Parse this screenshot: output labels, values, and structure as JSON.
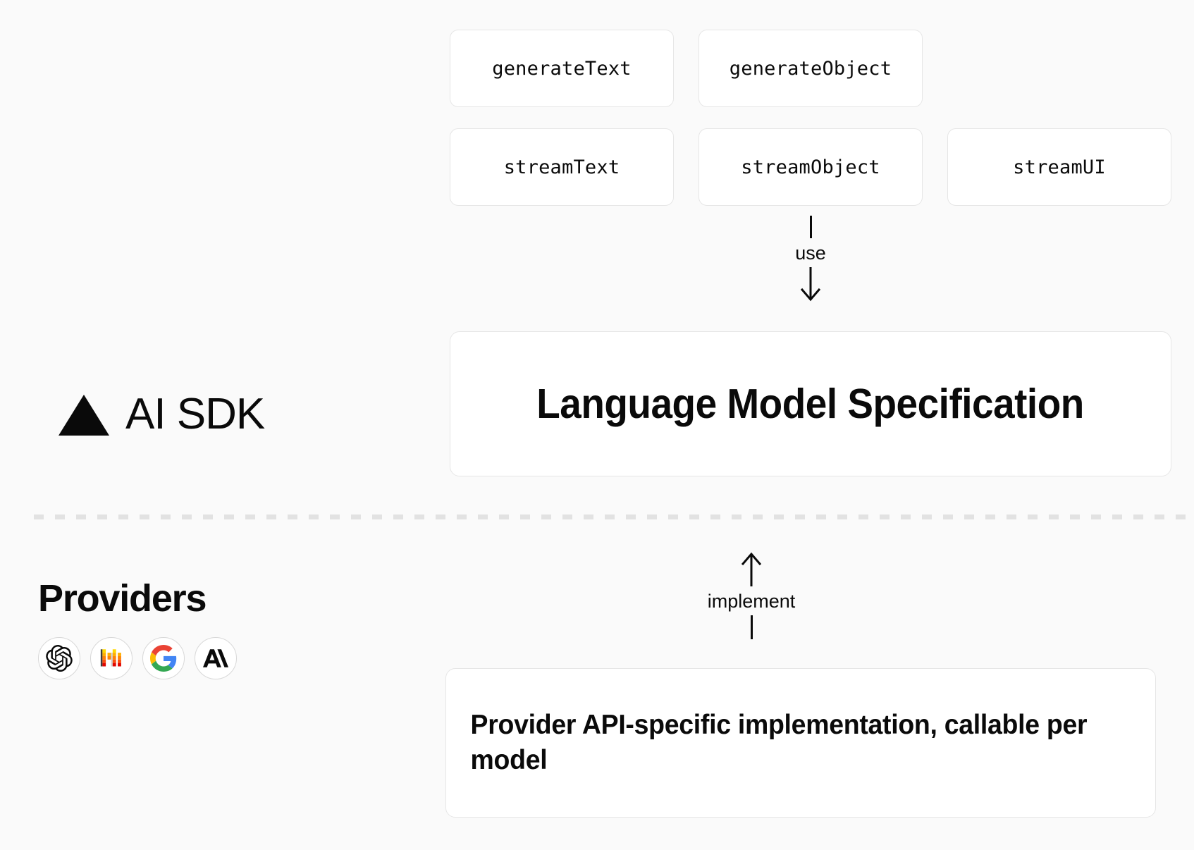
{
  "background": "#fafafa",
  "accent": "#0a0a0a",
  "brand": {
    "logo_icon": "vercel-triangle-icon",
    "name": "AI SDK"
  },
  "functions": {
    "row1": [
      {
        "label": "generateText",
        "name": "generate-text"
      },
      {
        "label": "generateObject",
        "name": "generate-object"
      }
    ],
    "row2": [
      {
        "label": "streamText",
        "name": "stream-text"
      },
      {
        "label": "streamObject",
        "name": "stream-object"
      },
      {
        "label": "streamUI",
        "name": "stream-ui"
      }
    ]
  },
  "connectors": {
    "use": {
      "label": "use",
      "direction": "down"
    },
    "implement": {
      "label": "implement",
      "direction": "up"
    }
  },
  "spec": {
    "title": "Language Model Specification"
  },
  "providers": {
    "title": "Providers",
    "logos": [
      {
        "name": "openai-icon",
        "label": "OpenAI"
      },
      {
        "name": "mistral-icon",
        "label": "Mistral"
      },
      {
        "name": "google-icon",
        "label": "Google"
      },
      {
        "name": "anthropic-icon",
        "label": "Anthropic"
      }
    ]
  },
  "provider_impl": {
    "text": "Provider API-specific implementation, callable per model"
  },
  "colors": {
    "card_border": "#e6e6e6",
    "divider": "#e2e2e2",
    "google_blue": "#4285F4",
    "google_red": "#EA4335",
    "google_yellow": "#FBBC05",
    "google_green": "#34A853",
    "mistral_yellow": "#FFD800",
    "mistral_amber": "#FFAF00",
    "mistral_orange": "#FF8205",
    "mistral_dark_orange": "#FA500F",
    "mistral_red": "#E10500"
  }
}
